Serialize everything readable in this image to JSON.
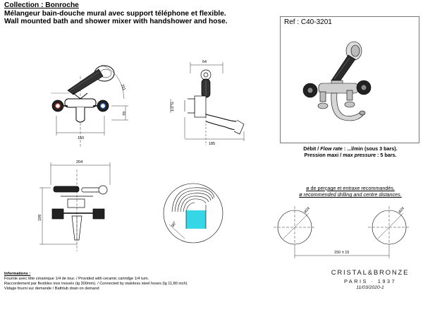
{
  "header": {
    "collection": "Collection : Bonroche",
    "title_fr": "Mélangeur bain-douche mural avec support téléphone et flexible.",
    "title_en": "Wall mounted bath and shower mixer with handshower and hose."
  },
  "reference": "Ref : C40-3201",
  "flow": {
    "line1_fr": "Débit",
    "line1_en": "Flow rate",
    "line1_value": ": ...l/min (sous 3 bars).",
    "line2_fr": "Pression maxi",
    "line2_en": "max pressure",
    "line2_value": ": 5 bars."
  },
  "drilling": {
    "fr": "ø de perçage et entraxe recommandés.",
    "en": "ø recommended drilling and centre distances."
  },
  "dimensions": {
    "front_width": "150",
    "front_height": "79",
    "front_diag": "311",
    "side_top": "64",
    "side_thread": "1/2\"G",
    "side_depth": "185",
    "top_width": "204",
    "top_height": "199",
    "detail_angle": "90°",
    "hole_left": "ø24",
    "hole_right": "ø24",
    "hole_spacing": "150 ± 15"
  },
  "informations": {
    "title": "Informations :",
    "lines": [
      "Fournie avec tête céramique 1/4 de tour. / Provided with ceramic cartridge 1/4 turn.",
      "Raccordement par flexibles inox tressés (lg 300mm). / Connected by stainless steel hoses (lg 11,80 inch)",
      "Vidage fourni sur demande  / Bathtub drain on demand"
    ]
  },
  "brand": {
    "name": "CRISTAL&BRONZE",
    "city": "PARIS · 1937",
    "date": "11/03/2020-1"
  },
  "colors": {
    "accent_cyan": "#35d7e6",
    "handle_red": "#c0392b",
    "handle_blue": "#2f6fd6"
  }
}
